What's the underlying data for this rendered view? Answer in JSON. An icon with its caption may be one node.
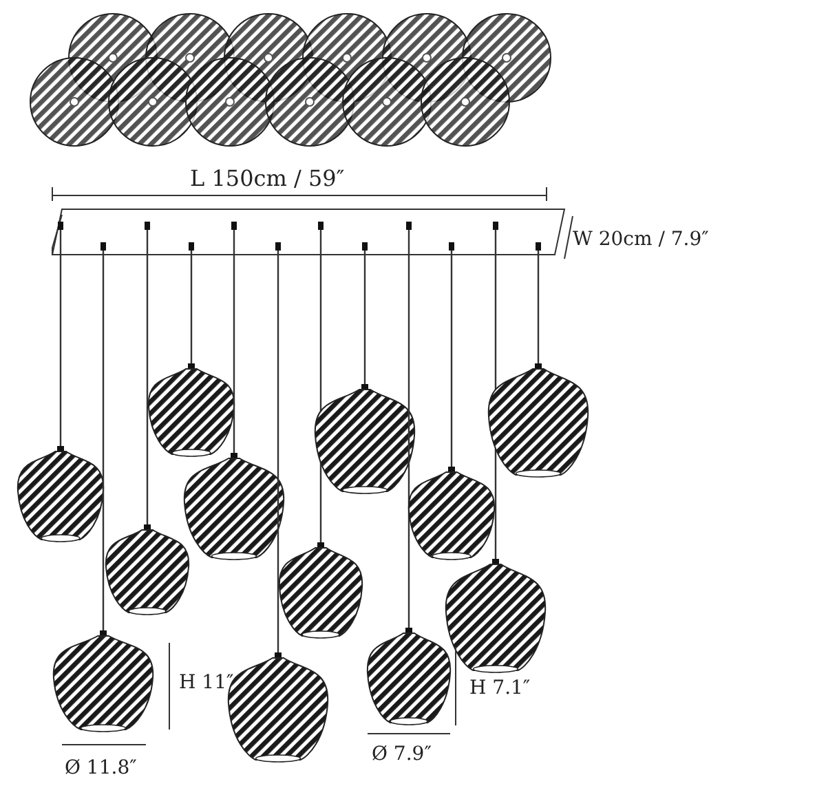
{
  "diagram": {
    "labels": [
      "L 150cm / 59″",
      "W 20cm / 7.9″",
      "H 11″",
      "H 7.1″",
      "Ø 11.8″",
      "Ø 7.9″"
    ]
  }
}
